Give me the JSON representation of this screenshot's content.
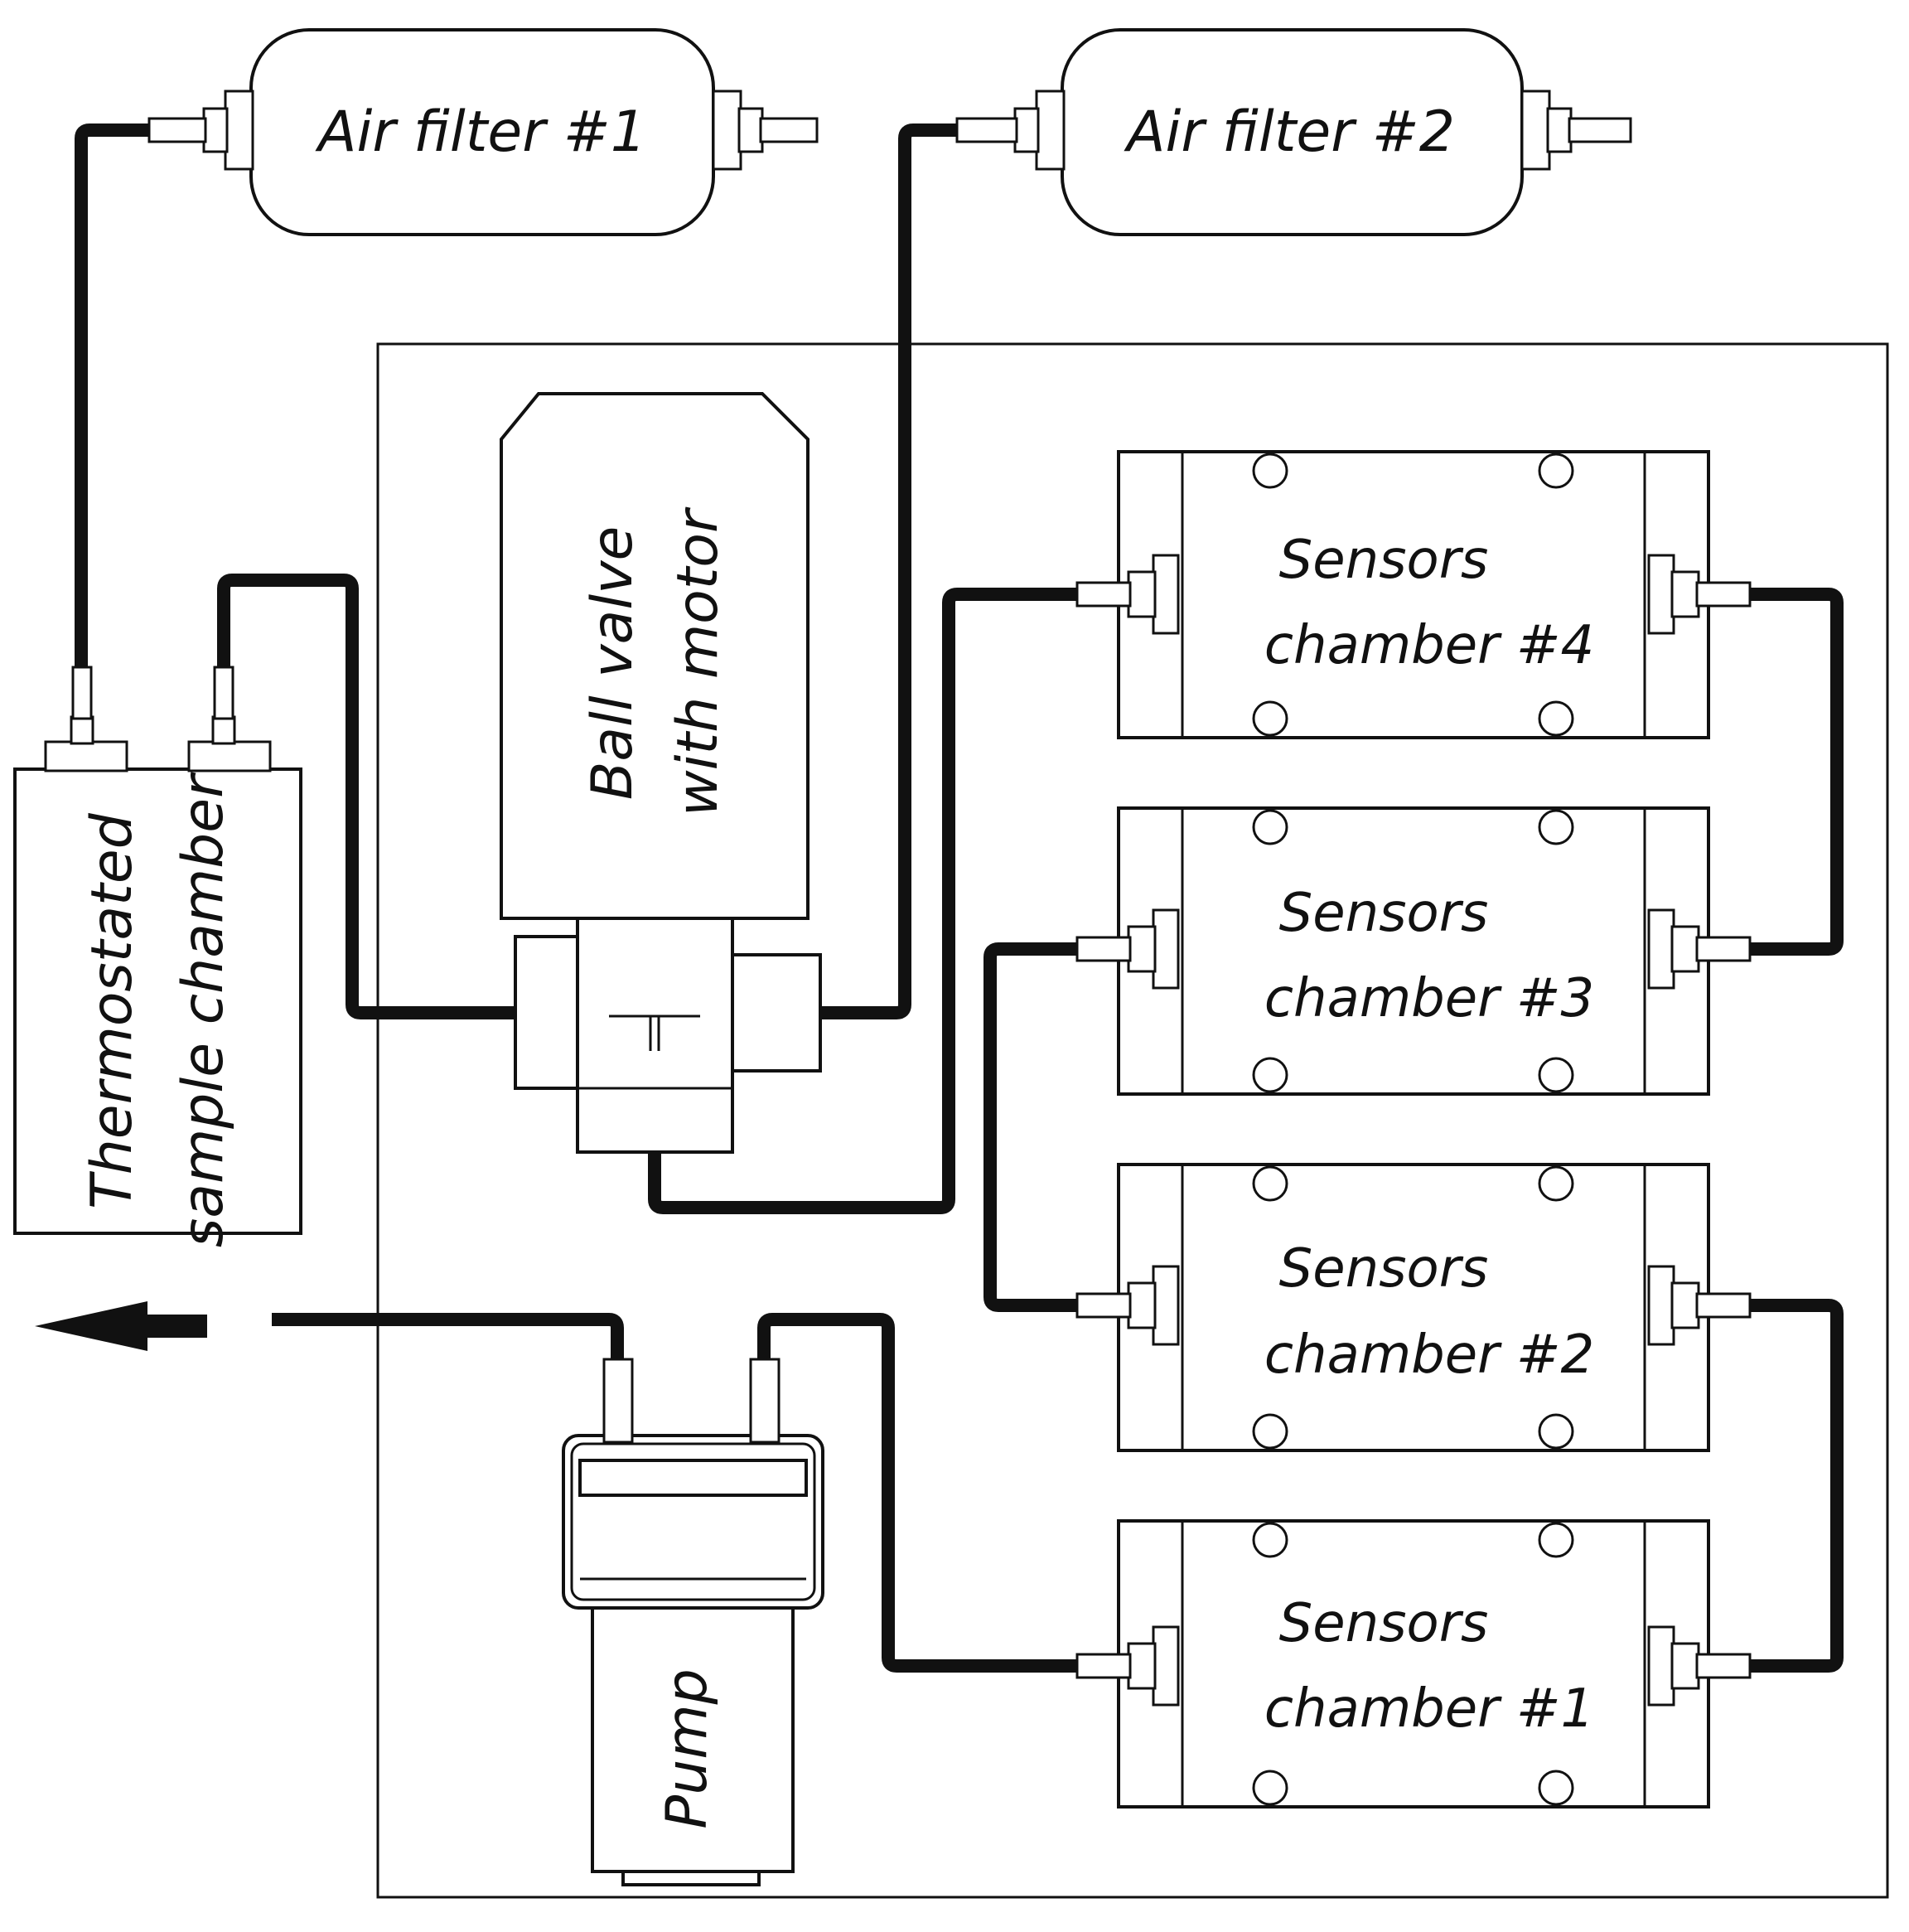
{
  "labels": {
    "air_filter_1": "Air filter #1",
    "air_filter_2": "Air filter #2",
    "ball_valve_line1": "Ball valve",
    "ball_valve_line2": "with motor",
    "thermo_line1": "Thermostated",
    "thermo_line2": "sample chamber",
    "pump": "Pump",
    "sensors_line1": "Sensors",
    "chamber_4": "chamber #4",
    "chamber_3": "chamber #3",
    "chamber_2": "chamber #2",
    "chamber_1": "chamber #1"
  },
  "colors": {
    "line": "#111111",
    "background": "#ffffff"
  }
}
